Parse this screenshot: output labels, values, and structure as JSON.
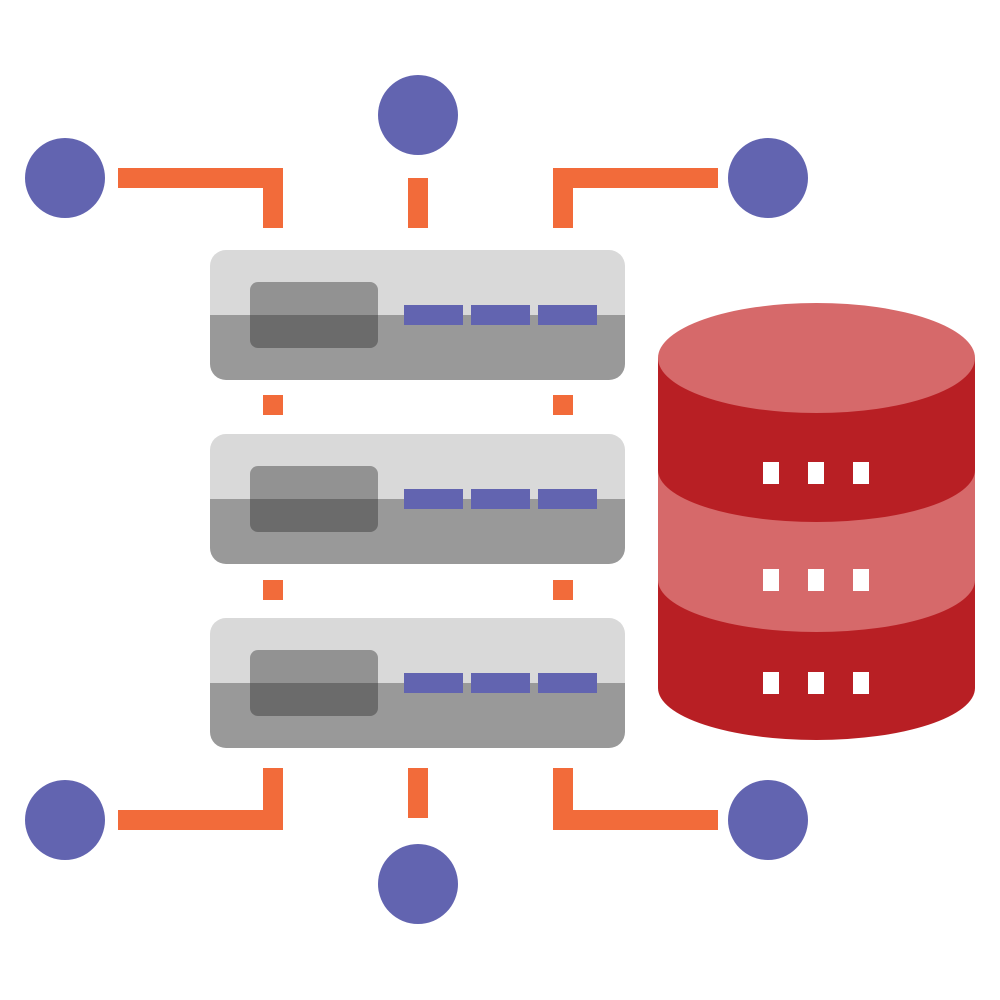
{
  "illustration": {
    "subject": "server-rack-database-network-icon",
    "colors": {
      "node": "#6264b0",
      "connector": "#f26b3a",
      "server_top": "#d9d9d9",
      "server_bottom": "#999999",
      "server_panel_top": "#929292",
      "server_panel_bottom": "#6b6b6b",
      "server_led": "#6264b0",
      "db_light": "#d6696a",
      "db_dark": "#b81f24",
      "db_dot": "#ffffff"
    },
    "server_count": 3,
    "node_count": 6,
    "database_segments": 3
  }
}
